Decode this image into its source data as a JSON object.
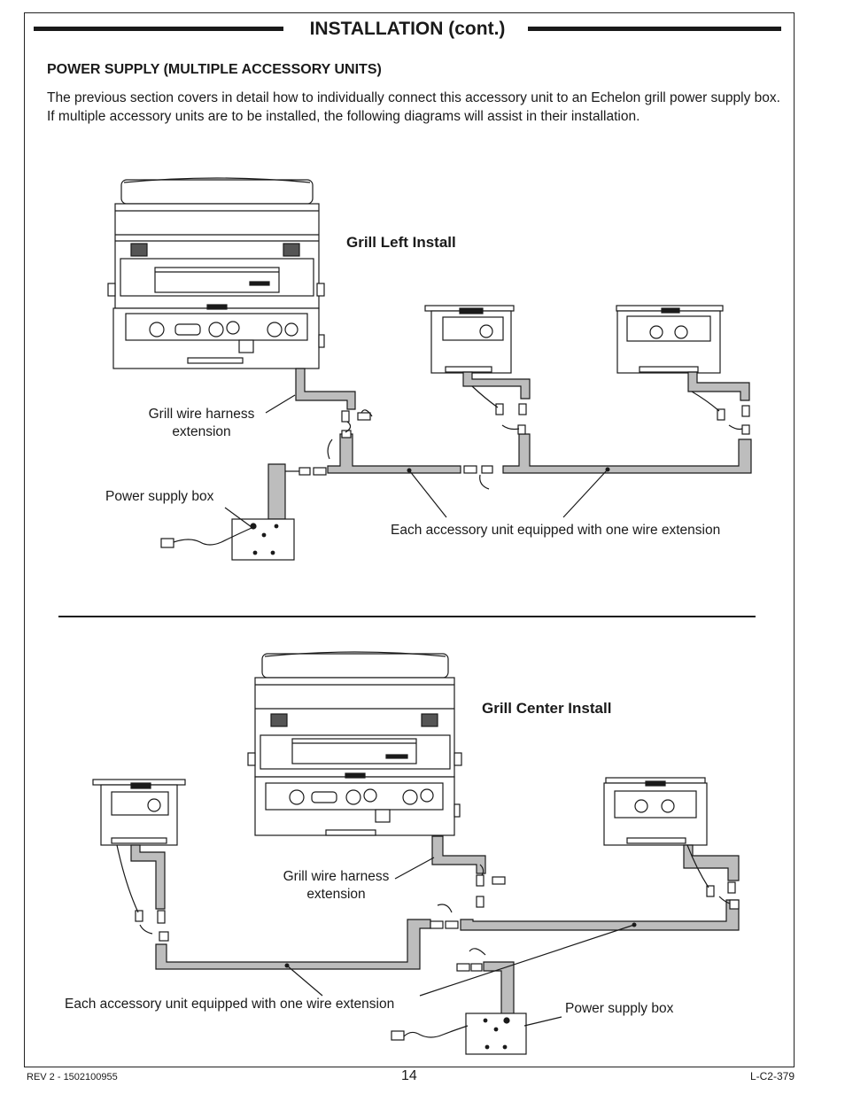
{
  "header": {
    "title": "INSTALLATION (cont.)"
  },
  "section": {
    "heading": "POWER SUPPLY (MULTIPLE ACCESSORY UNITS)",
    "intro": "The previous section covers in detail how to individually connect this accessory unit to an Echelon grill power supply box. If multiple accessory units are to be installed, the following diagrams will assist in their installation."
  },
  "diagram_left": {
    "title": "Grill Left Install",
    "harness_label_1": "Grill wire harness",
    "harness_label_2": "extension",
    "power_box_label": "Power supply box",
    "extension_label": "Each accessory unit equipped with one wire extension"
  },
  "diagram_center": {
    "title": "Grill Center Install",
    "harness_label_1": "Grill wire harness",
    "harness_label_2": "extension",
    "power_box_label": "Power supply box",
    "extension_label": "Each accessory unit equipped with one wire extension"
  },
  "footer": {
    "revision": "REV 2 - 1502100955",
    "page_number": "14",
    "doc_code": "L-C2-379"
  },
  "colors": {
    "ink": "#1a1a1a",
    "wire_fill": "#bdbdbd"
  }
}
